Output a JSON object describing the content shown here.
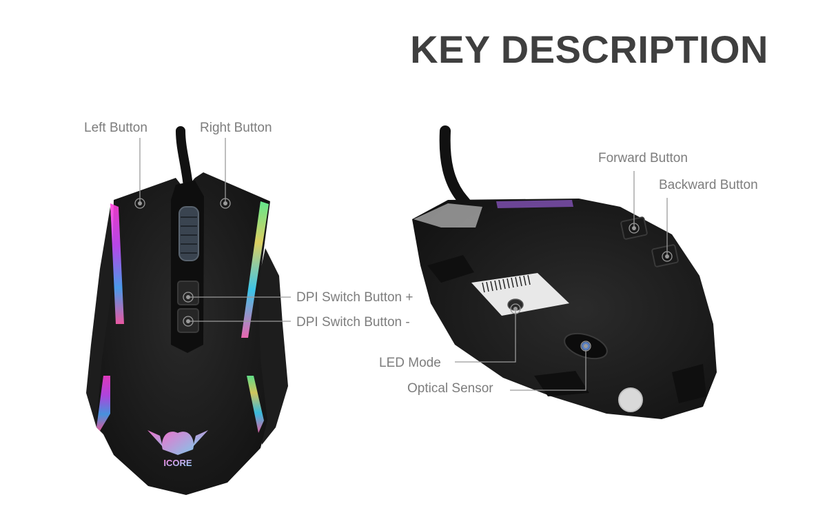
{
  "heading": {
    "title": "KEY DESCRIPTION"
  },
  "top_view": {
    "brand_logo_text": "ICORE",
    "labels": {
      "left_button": "Left Button",
      "right_button": "Right Button",
      "dpi_plus": "DPI Switch Button +",
      "dpi_minus": "DPI Switch Button -"
    }
  },
  "bottom_view": {
    "labels": {
      "forward_button": "Forward Button",
      "backward_button": "Backward Button",
      "led_mode": "LED Mode",
      "optical_sensor": "Optical Sensor"
    }
  },
  "colors": {
    "title": "#3f3f3f",
    "label": "#7d7d7d",
    "callout_line": "#9a9a9a",
    "mouse_body": "#1c1c1c",
    "rgb_pink": "#ff3fd8",
    "rgb_cyan": "#3fd7ff",
    "rgb_yellow": "#f2e36a"
  }
}
